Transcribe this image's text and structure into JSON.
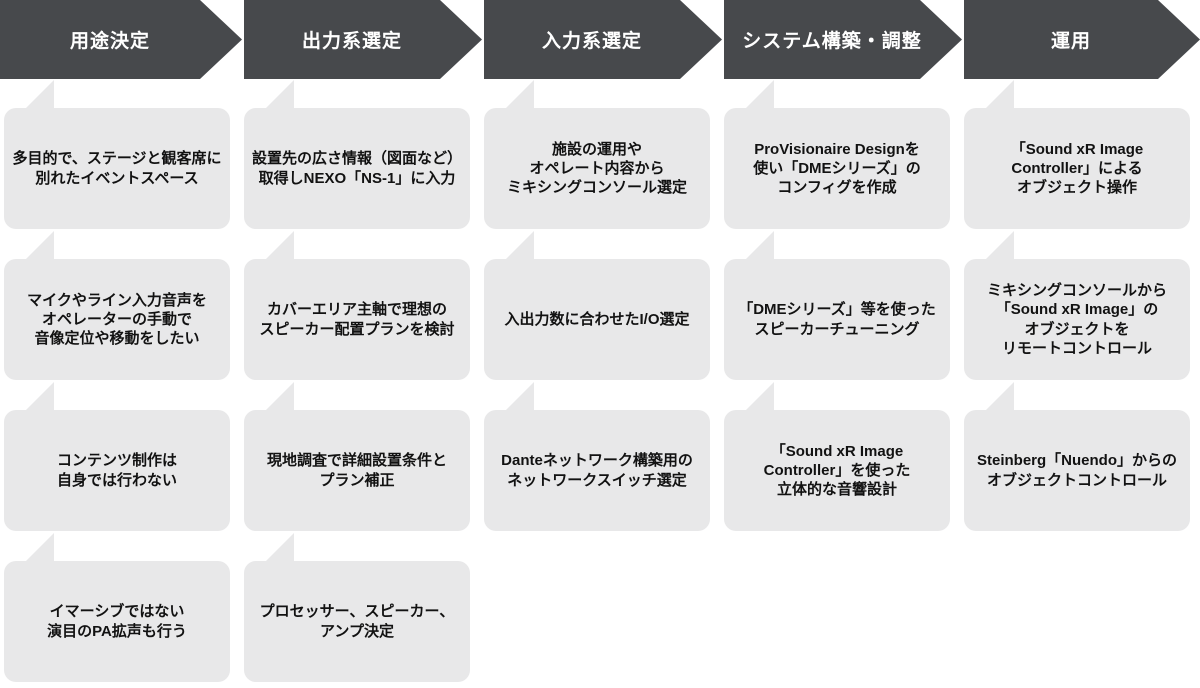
{
  "flow": {
    "columns": [
      {
        "header": "用途決定",
        "boxes": [
          "多目的で、ステージと観客席に\n別れたイベントスペース",
          "マイクやライン入力音声を\nオペレーターの手動で\n音像定位や移動をしたい",
          "コンテンツ制作は\n自身では行わない",
          "イマーシブではない\n演目のPA拡声も行う"
        ]
      },
      {
        "header": "出力系選定",
        "boxes": [
          "設置先の広さ情報（図面など）\n取得しNEXO「NS-1」に入力",
          "カバーエリア主軸で理想の\nスピーカー配置プランを検討",
          "現地調査で詳細設置条件と\nプラン補正",
          "プロセッサー、スピーカー、\nアンプ決定"
        ]
      },
      {
        "header": "入力系選定",
        "boxes": [
          "施設の運用や\nオペレート内容から\nミキシングコンソール選定",
          "入出力数に合わせたI/O選定",
          "Danteネットワーク構築用の\nネットワークスイッチ選定"
        ]
      },
      {
        "header": "システム構築・調整",
        "boxes": [
          "ProVisionaire Designを\n使い「DMEシリーズ」の\nコンフィグを作成",
          "「DMEシリーズ」等を使った\nスピーカーチューニング",
          "「Sound xR Image\nController」を使った\n立体的な音響設計"
        ]
      },
      {
        "header": "運用",
        "boxes": [
          "「Sound xR Image\nController」による\nオブジェクト操作",
          "ミキシングコンソールから\n「Sound xR Image」の\nオブジェクトを\nリモートコントロール",
          "Steinberg「Nuendo」からの\nオブジェクトコントロール"
        ]
      }
    ]
  },
  "colors": {
    "stage_bg": "#47494C",
    "stage_text": "#FFFFFF",
    "box_bg": "#E8E8E9",
    "box_text": "#121212",
    "page_bg": "#FFFFFF"
  }
}
